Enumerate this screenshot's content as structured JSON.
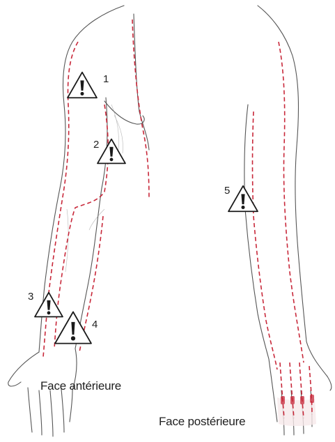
{
  "views": {
    "anterior_label": "Face antérieure",
    "posterior_label": "Face postérieure"
  },
  "warnings": [
    {
      "id": "1",
      "icon": "warning-triangle-icon"
    },
    {
      "id": "2",
      "icon": "warning-triangle-icon"
    },
    {
      "id": "3",
      "icon": "warning-triangle-icon"
    },
    {
      "id": "4",
      "icon": "warning-triangle-icon"
    },
    {
      "id": "5",
      "icon": "warning-triangle-icon"
    }
  ],
  "colors": {
    "incision_line": "#c8283a",
    "outline": "#555555",
    "skin_shade": "#f6e9ea",
    "warning_stroke": "#1a1a1a"
  }
}
